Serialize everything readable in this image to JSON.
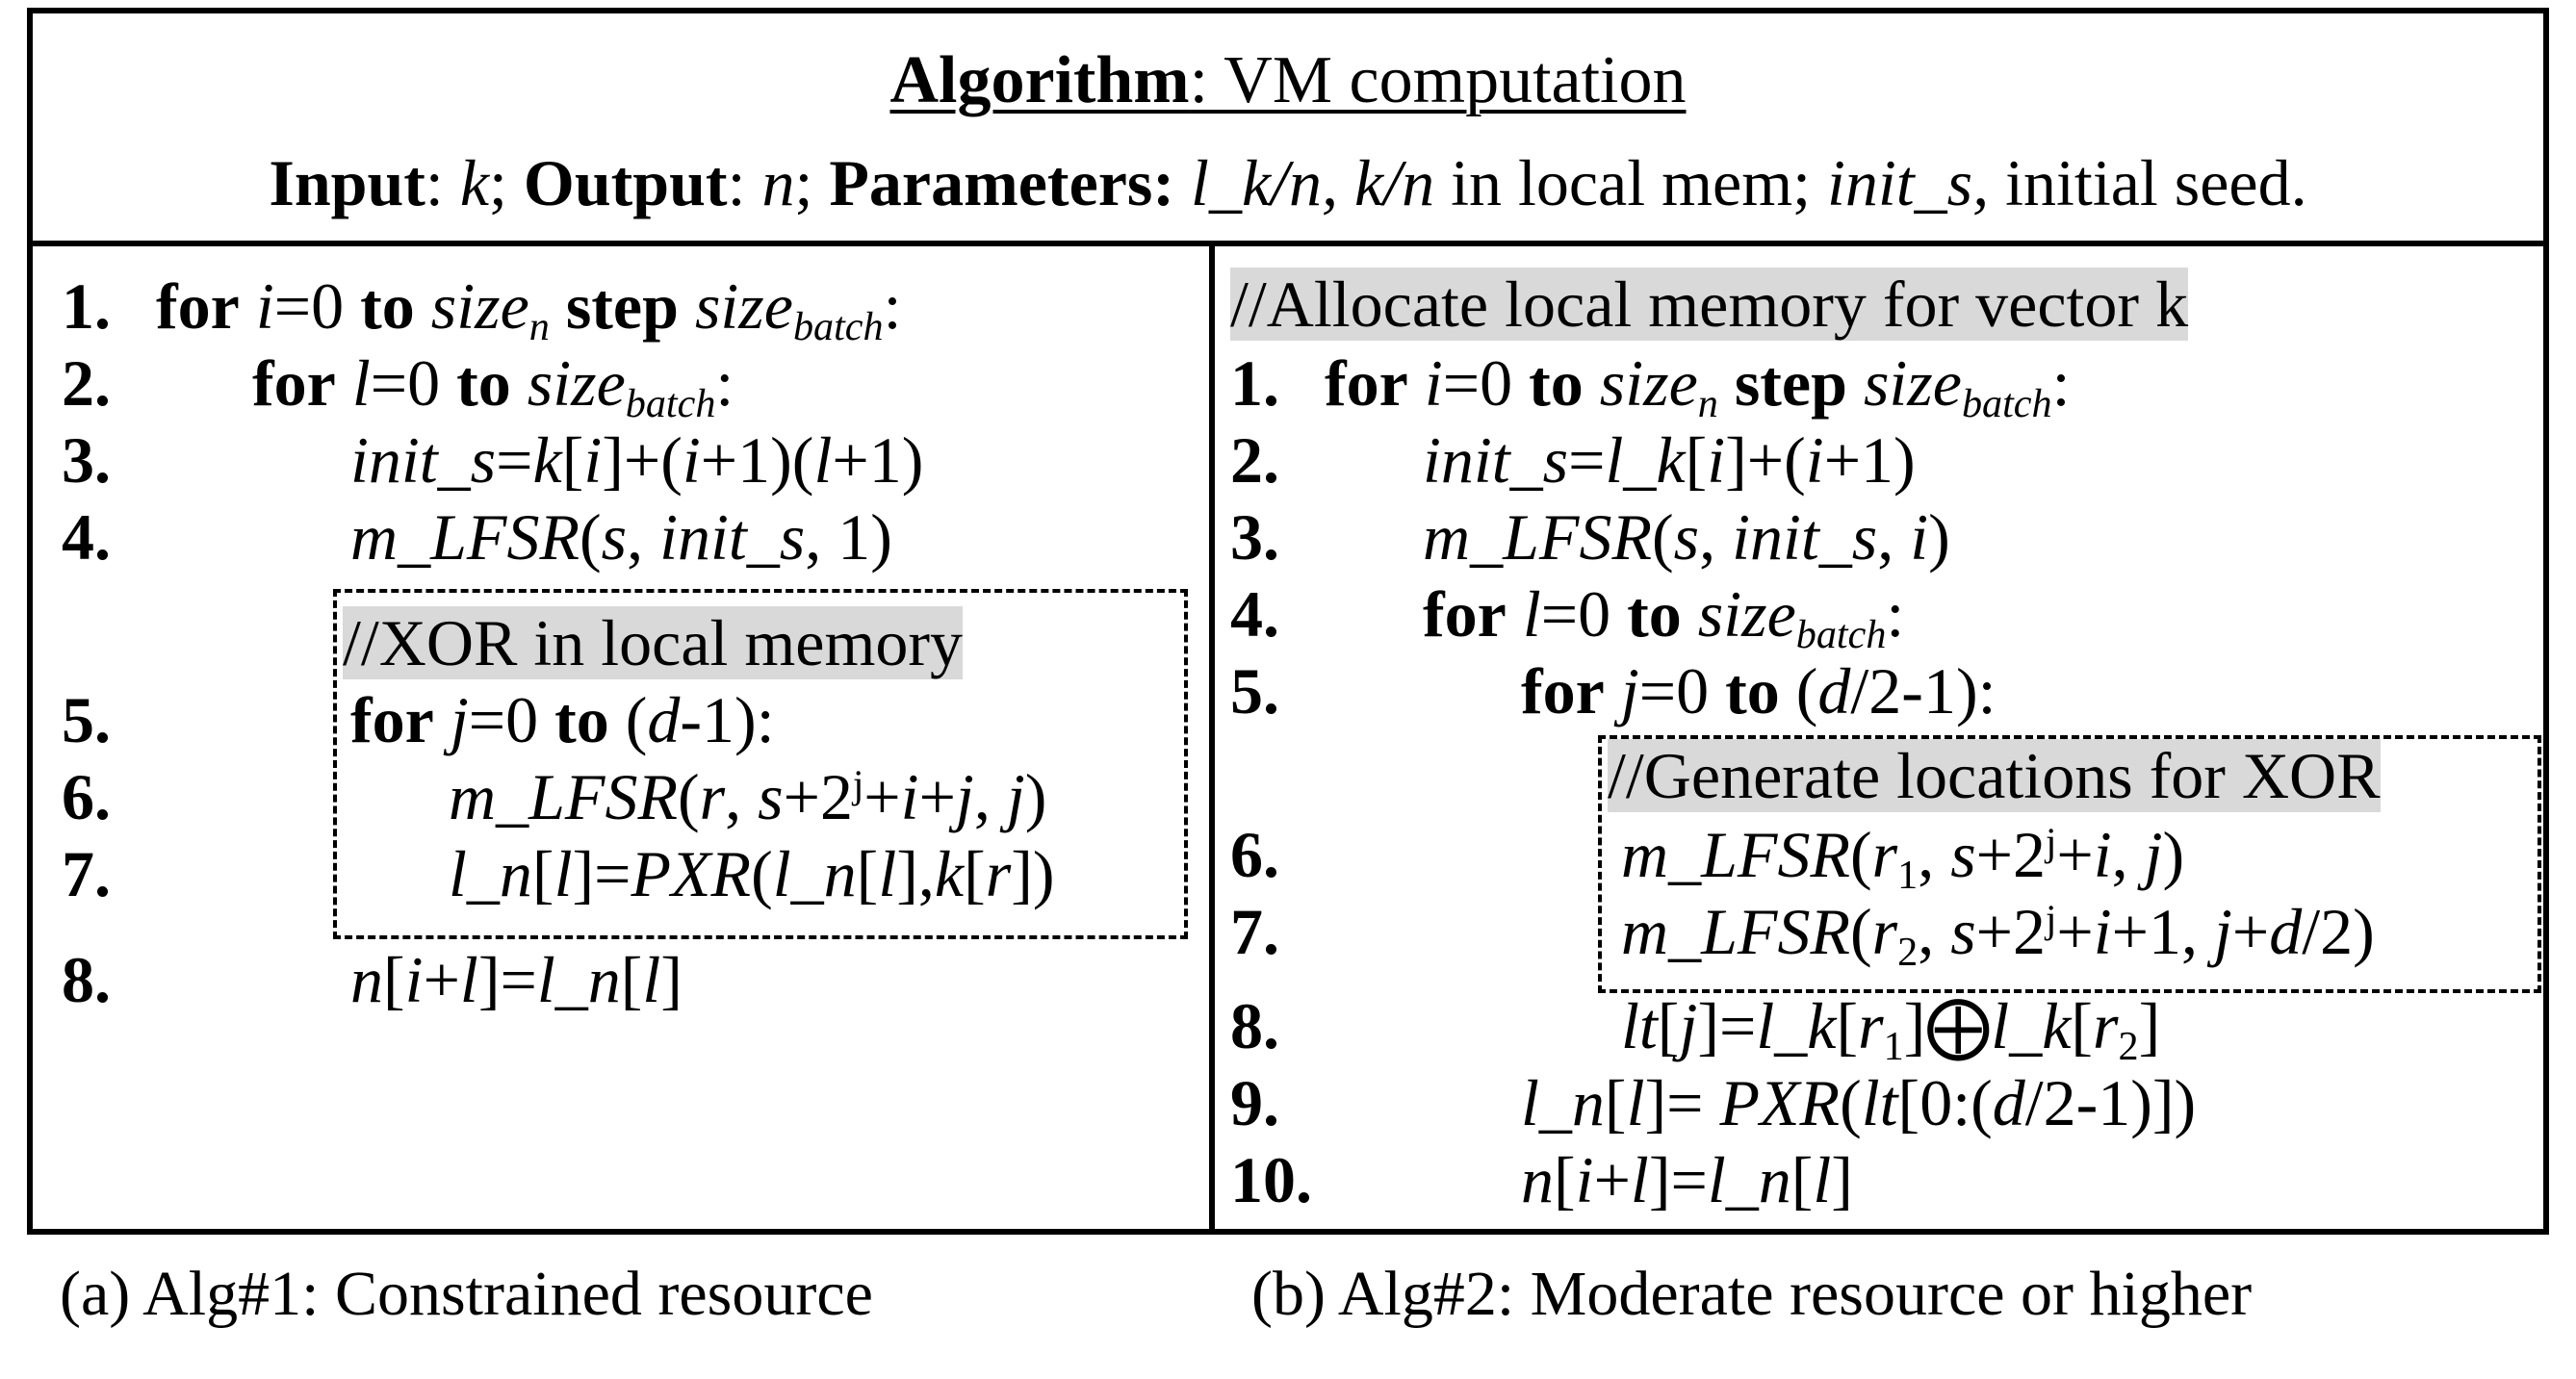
{
  "header": {
    "title_bold": "Algorithm",
    "title_rest": ": VM computation",
    "input_label": "Input",
    "input_value": "k",
    "output_label": "Output",
    "output_value": "n",
    "params_label": "Parameters:",
    "params_italic1": "l_k/n, k/n",
    "params_text1": " in local mem; ",
    "params_italic2": "init_s,",
    "params_text2": " initial seed."
  },
  "alg1": {
    "comment": "//XOR in local memory",
    "caption": "(a) Alg#1: Constrained resource",
    "nums": [
      "1.",
      "2.",
      "3.",
      "4.",
      "5.",
      "6.",
      "7.",
      "8."
    ]
  },
  "alg2": {
    "comment_top": "//Allocate local memory for vector k",
    "comment_xor": "//Generate locations for XOR",
    "caption": "(b) Alg#2: Moderate resource or higher",
    "nums": [
      "1.",
      "2.",
      "3.",
      "4.",
      "5.",
      "6.",
      "7.",
      "8.",
      "9.",
      "10."
    ]
  },
  "tokens": {
    "for": "for",
    "to": "to",
    "step": "step",
    "size": "size",
    "n": "n",
    "batch": "batch"
  }
}
